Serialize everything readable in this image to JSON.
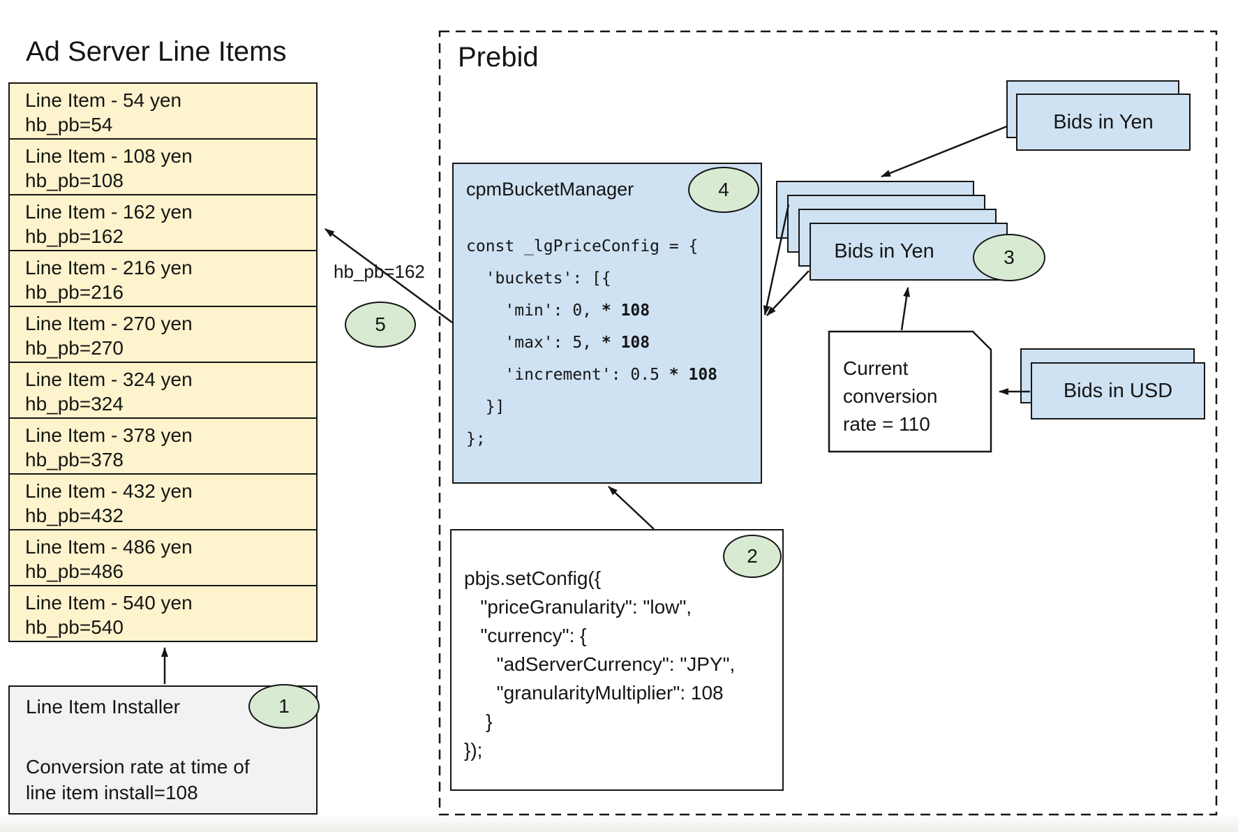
{
  "colors": {
    "line_item_fill": "#fdf3cd",
    "code_box_fill": "#cfe2f3",
    "badge_fill": "#d9ead3",
    "installer_fill": "#f2f2f2",
    "border": "#151515"
  },
  "left_panel": {
    "title": "Ad Server Line Items",
    "line_items": [
      {
        "label": "Line Item - 54 yen",
        "sub": "hb_pb=54"
      },
      {
        "label": "Line Item - 108 yen",
        "sub": "hb_pb=108"
      },
      {
        "label": "Line Item - 162 yen",
        "sub": "hb_pb=162"
      },
      {
        "label": "Line Item - 216 yen",
        "sub": "hb_pb=216"
      },
      {
        "label": "Line Item - 270 yen",
        "sub": "hb_pb=270"
      },
      {
        "label": "Line Item - 324 yen",
        "sub": "hb_pb=324"
      },
      {
        "label": "Line Item - 378 yen",
        "sub": "hb_pb=378"
      },
      {
        "label": "Line Item - 432 yen",
        "sub": "hb_pb=432"
      },
      {
        "label": "Line Item - 486 yen",
        "sub": "hb_pb=486"
      },
      {
        "label": "Line Item - 540 yen",
        "sub": "hb_pb=540"
      }
    ],
    "installer": {
      "title": "Line Item Installer",
      "badge": "1",
      "desc_line1": "Conversion rate at time of",
      "desc_line2": "line item install=108"
    }
  },
  "prebid": {
    "title": "Prebid",
    "bucket_manager": {
      "title": "cpmBucketManager",
      "badge": "4",
      "code": [
        {
          "a": "const _lgPriceConfig = {"
        },
        {
          "a": "  'buckets': [{"
        },
        {
          "a": "    'min': 0, ",
          "b": "* 108"
        },
        {
          "a": "    'max': 5, ",
          "b": "* 108"
        },
        {
          "a": "    'increment': 0.5 ",
          "b": "* 108"
        },
        {
          "a": "  }]"
        },
        {
          "a": "};"
        }
      ]
    },
    "set_config": {
      "badge": "2",
      "code": [
        "pbjs.setConfig({",
        "   \"priceGranularity\": \"low\",",
        "   \"currency\": {",
        "      \"adServerCurrency\": \"JPY\",",
        "      \"granularityMultiplier\": 108",
        "    }",
        "});"
      ]
    },
    "bids_in_yen_top": {
      "label": "Bids in Yen"
    },
    "bids_in_yen_stack": {
      "label": "Bids in Yen",
      "badge": "3"
    },
    "bids_in_usd": {
      "label": "Bids in USD"
    },
    "conversion_note": {
      "line1": "Current",
      "line2": "conversion",
      "line3": "rate = 110"
    },
    "hb_pb_label": "hb_pb=162",
    "badge5": "5"
  }
}
